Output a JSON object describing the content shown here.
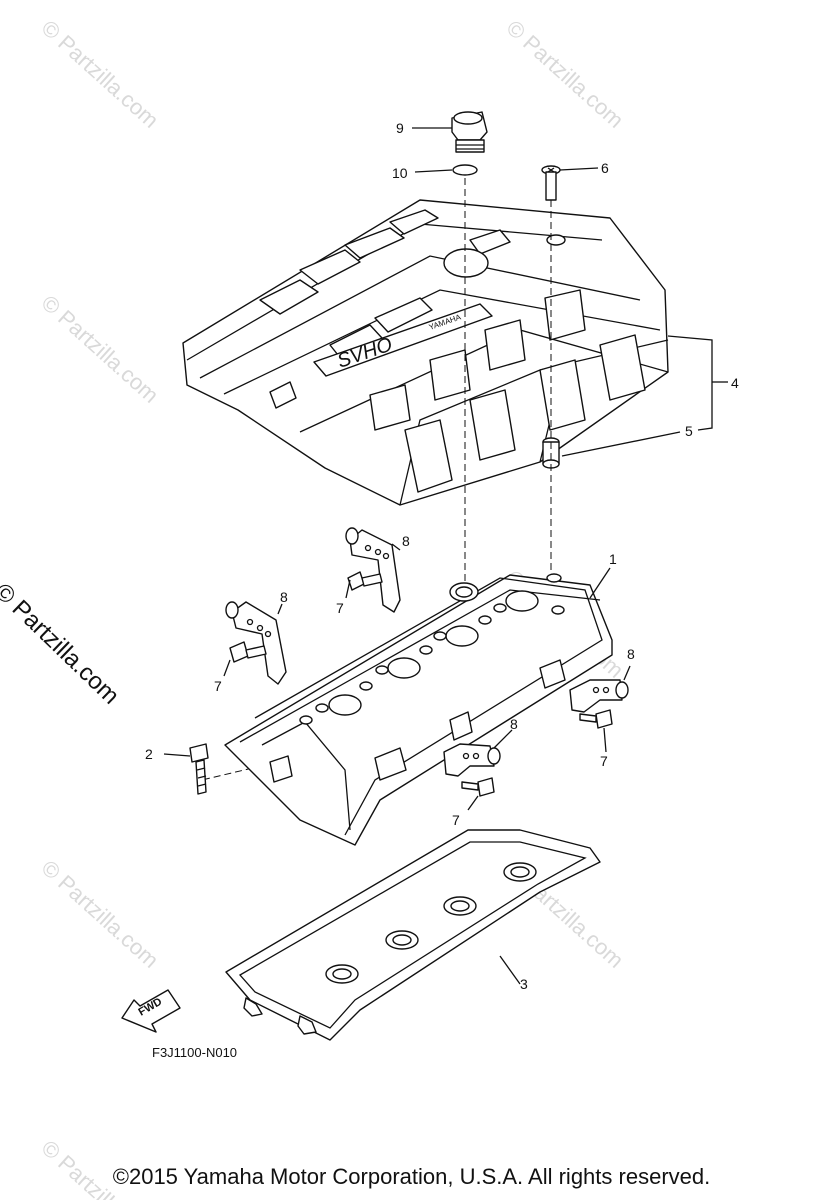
{
  "watermark": "© Partzilla.com",
  "side_watermark": "© Partzilla.com",
  "diagram_code": "F3J1100-N010",
  "copyright": "©2015  Yamaha Motor Corporation, U.S.A. All rights reserved.",
  "cover_badge": "SVHO",
  "cover_brand": "YAMAHA",
  "fwd_label": "FWD",
  "callouts": [
    "1",
    "2",
    "3",
    "4",
    "5",
    "6",
    "7",
    "7",
    "7",
    "7",
    "8",
    "8",
    "8",
    "8",
    "9",
    "10"
  ]
}
